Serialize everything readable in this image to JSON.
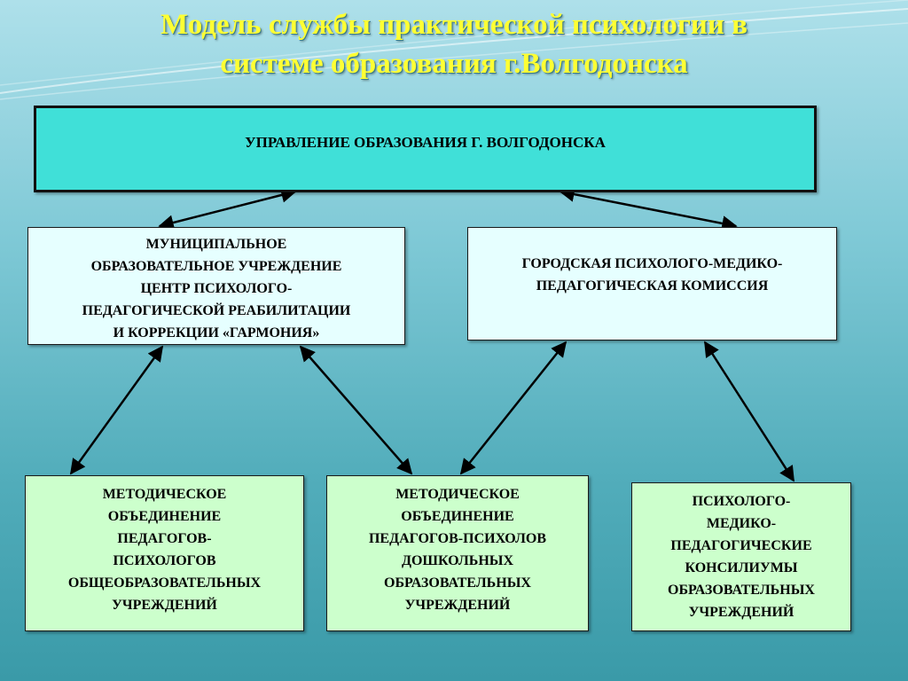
{
  "title": {
    "line1": "Модель службы практической психологии в",
    "line2": "системе образования г.Волгодонска"
  },
  "colors": {
    "title": "#ffff33",
    "top_box": "#40e0d8",
    "middle_box": "#e6ffff",
    "bottom_box": "#ccffcc"
  },
  "boxes": {
    "top": {
      "lines": [
        "УПРАВЛЕНИЕ ОБРАЗОВАНИЯ Г. ВОЛГОДОНСКА"
      ]
    },
    "garmonia": {
      "lines": [
        "МУНИЦИПАЛЬНОЕ",
        "ОБРАЗОВАТЕЛЬНОЕ УЧРЕЖДЕНИЕ",
        "ЦЕНТР ПСИХОЛОГО-",
        "ПЕДАГОГИЧЕСКОЙ РЕАБИЛИТАЦИИ",
        "И КОРРЕКЦИИ  «ГАРМОНИЯ»"
      ]
    },
    "pmpk": {
      "lines": [
        "ГОРОДСКАЯ ПСИХОЛОГО-МЕДИКО-",
        "ПЕДАГОГИЧЕСКАЯ КОМИССИЯ"
      ]
    },
    "mo_general": {
      "lines": [
        "МЕТОДИЧЕСКОЕ",
        "ОБЪЕДИНЕНИЕ",
        "ПЕДАГОГОВ-",
        "ПСИХОЛОГОВ",
        "ОБЩЕОБРАЗОВАТЕЛЬНЫХ",
        "УЧРЕЖДЕНИЙ"
      ]
    },
    "mo_preschool": {
      "lines": [
        "МЕТОДИЧЕСКОЕ",
        "ОБЪЕДИНЕНИЕ",
        "ПЕДАГОГОВ-ПСИХОЛОВ",
        "ДОШКОЛЬНЫХ",
        "ОБРАЗОВАТЕЛЬНЫХ",
        "УЧРЕЖДЕНИЙ"
      ]
    },
    "pmpk_councils": {
      "lines": [
        "ПСИХОЛОГО-",
        "МЕДИКО-",
        "ПЕДАГОГИЧЕСКИЕ",
        "КОНСИЛИУМЫ",
        "ОБРАЗОВАТЕЛЬНЫХ",
        "УЧРЕЖДЕНИЙ"
      ]
    }
  }
}
